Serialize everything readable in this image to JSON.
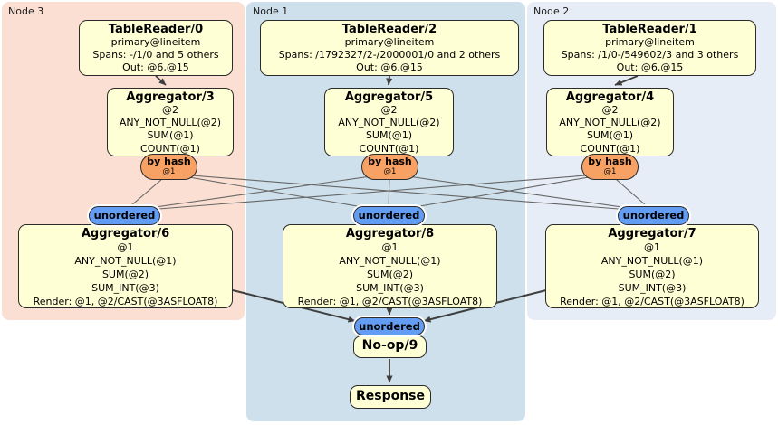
{
  "regions": [
    {
      "label": "Node 3",
      "table_reader": {
        "title": "TableReader/0",
        "index": "primary@lineitem",
        "spans": "Spans: -/1/0 and 5 others",
        "out": "Out: @6,@15"
      },
      "aggregator": {
        "title": "Aggregator/3",
        "group": "@2",
        "exprs": [
          "ANY_NOT_NULL(@2)",
          "SUM(@1)",
          "COUNT(@1)"
        ]
      },
      "router": {
        "label": "by hash",
        "key": "@1"
      },
      "stream_label": "unordered",
      "final_aggregator": {
        "title": "Aggregator/6",
        "group": "@1",
        "exprs": [
          "ANY_NOT_NULL(@1)",
          "SUM(@2)",
          "SUM_INT(@3)"
        ],
        "render": "Render: @1, @2/CAST(@3ASFLOAT8)"
      }
    },
    {
      "label": "Node 1",
      "table_reader": {
        "title": "TableReader/2",
        "index": "primary@lineitem",
        "spans": "Spans: /1792327/2-/2000001/0 and 2 others",
        "out": "Out: @6,@15"
      },
      "aggregator": {
        "title": "Aggregator/5",
        "group": "@2",
        "exprs": [
          "ANY_NOT_NULL(@2)",
          "SUM(@1)",
          "COUNT(@1)"
        ]
      },
      "router": {
        "label": "by hash",
        "key": "@1"
      },
      "stream_label": "unordered",
      "final_aggregator": {
        "title": "Aggregator/8",
        "group": "@1",
        "exprs": [
          "ANY_NOT_NULL(@1)",
          "SUM(@2)",
          "SUM_INT(@3)"
        ],
        "render": "Render: @1, @2/CAST(@3ASFLOAT8)"
      }
    },
    {
      "label": "Node 2",
      "table_reader": {
        "title": "TableReader/1",
        "index": "primary@lineitem",
        "spans": "Spans: /1/0-/549602/3 and 3 others",
        "out": "Out: @6,@15"
      },
      "aggregator": {
        "title": "Aggregator/4",
        "group": "@2",
        "exprs": [
          "ANY_NOT_NULL(@2)",
          "SUM(@1)",
          "COUNT(@1)"
        ]
      },
      "router": {
        "label": "by hash",
        "key": "@1"
      },
      "stream_label": "unordered",
      "final_aggregator": {
        "title": "Aggregator/7",
        "group": "@1",
        "exprs": [
          "ANY_NOT_NULL(@1)",
          "SUM(@2)",
          "SUM_INT(@3)"
        ],
        "render": "Render: @1, @2/CAST(@3ASFLOAT8)"
      }
    }
  ],
  "sink": {
    "stream_label": "unordered",
    "noop": "No-op/9",
    "response": "Response"
  },
  "colors": {
    "node3_bg": "#fbdfd2",
    "node1_bg": "#cee0eb",
    "node2_bg": "#e7edf6",
    "box_bg": "#ffffd6",
    "box_border": "#2b2b2b",
    "router_bg": "#f7a264",
    "stream_bg": "#639df3",
    "edge": "#3f3f3f",
    "mesh_edge": "#666666"
  }
}
